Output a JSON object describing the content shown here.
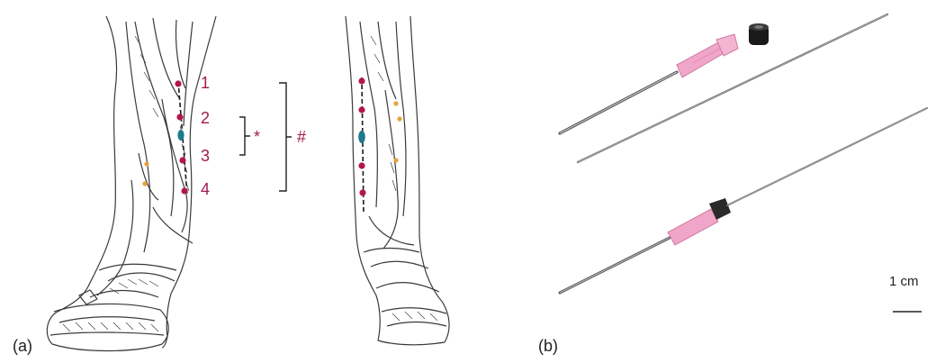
{
  "panels": {
    "a": {
      "label": "(a)"
    },
    "b": {
      "label": "(b)"
    }
  },
  "site_labels": [
    "1",
    "2",
    "3",
    "4"
  ],
  "bracket_labels": {
    "asterisk": "*",
    "hash": "#"
  },
  "scale_bar": {
    "label": "1 cm"
  },
  "colors": {
    "site_marker": "#b3164f",
    "blue_marker": "#1c7a8c",
    "orange_marker": "#e8a13a",
    "needle_hub": "#f0a6c8",
    "needle_steel": "#5a5a5a",
    "drawing_line": "#3a3a3a"
  }
}
